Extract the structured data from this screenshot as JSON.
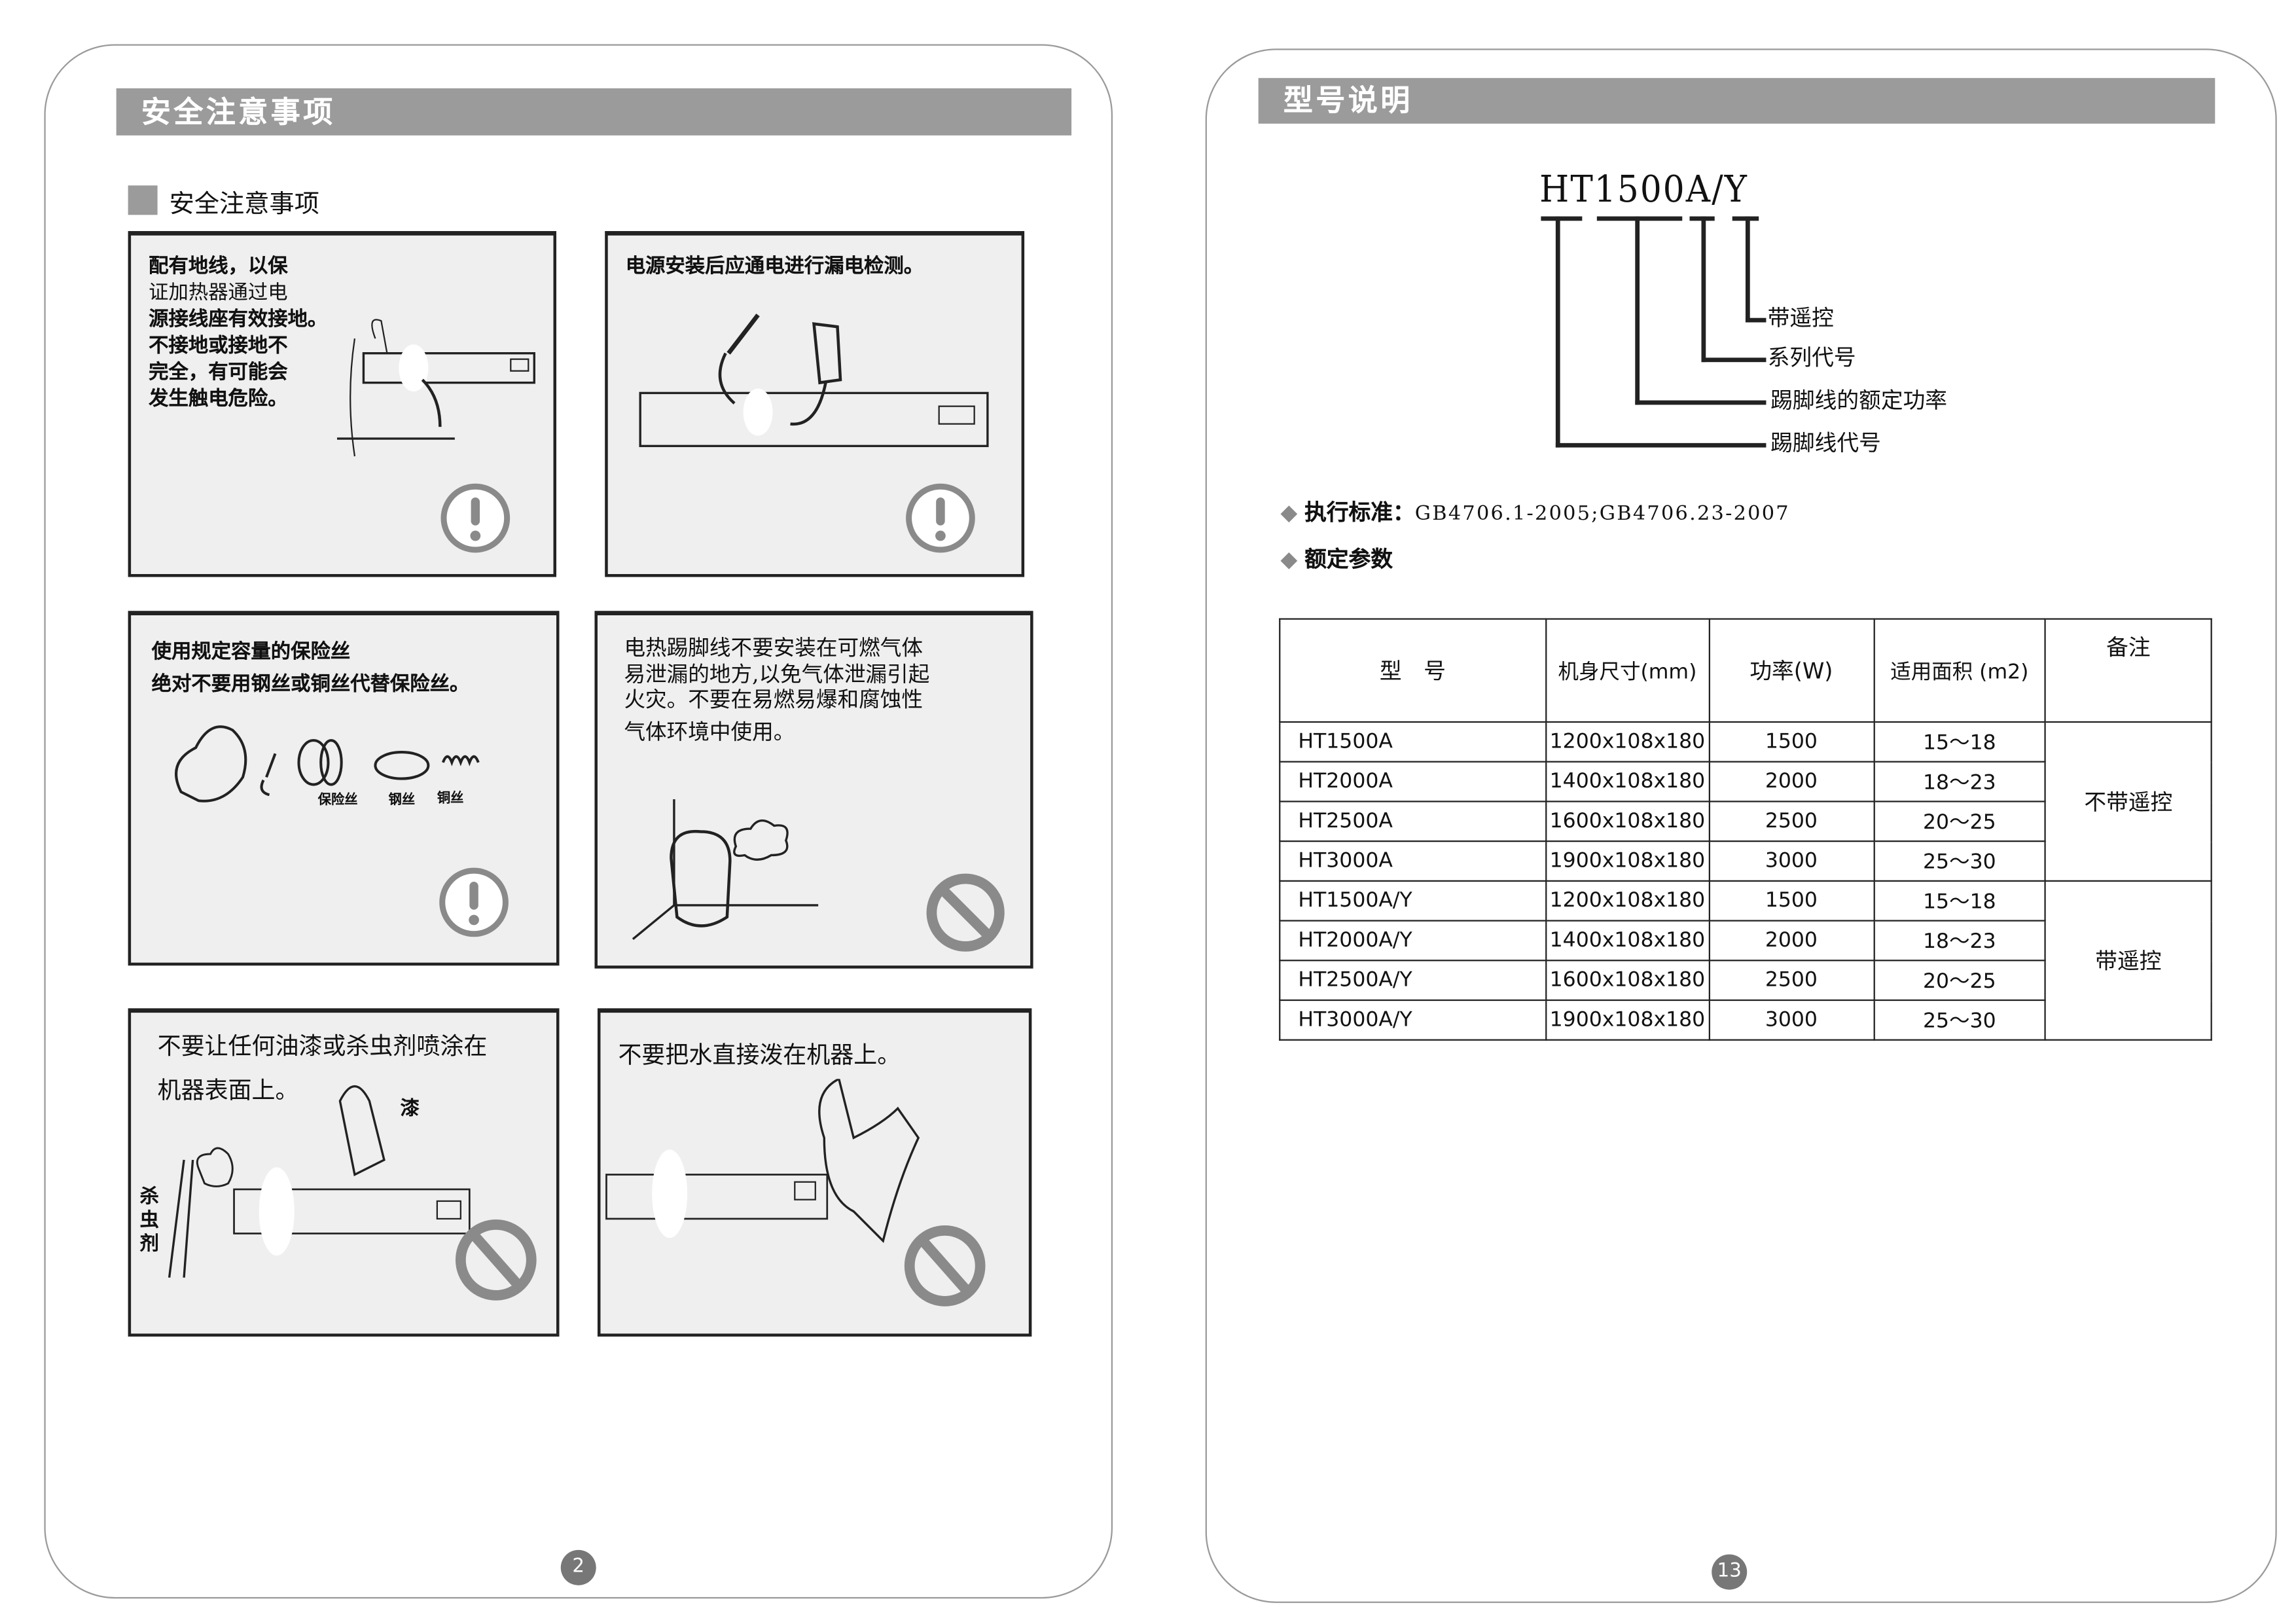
{
  "left_page": {
    "header": "安全注意事项",
    "subheading": "安全注意事项",
    "panels": [
      {
        "lines": [
          "配有地线，以保",
          "证加热器通过电",
          "源接线座有效接地。",
          "不接地或接地不",
          "完全，有可能会",
          "发生触电危险。"
        ],
        "icon": "warning-icon"
      },
      {
        "lines": [
          "电源安装后应通电进行漏电检测。"
        ],
        "icon": "warning-icon"
      },
      {
        "lines": [
          "使用规定容量的保险丝",
          "绝对不要用钢丝或铜丝代替保险丝。"
        ],
        "captions": [
          "保险丝",
          "钢丝",
          "铜丝"
        ],
        "icon": "warning-icon"
      },
      {
        "lines": [
          "电热踢脚线不要安装在可燃气体",
          "易泄漏的地方,以免气体泄漏引起",
          "火灾。不要在易燃易爆和腐蚀性",
          "气体环境中使用。"
        ],
        "icon": "prohibited-icon"
      },
      {
        "lines": [
          "不要让任何油漆或杀虫剂喷涂在",
          "机器表面上。"
        ],
        "captions": [
          "漆",
          "杀虫剂"
        ],
        "icon": "prohibited-icon"
      },
      {
        "lines": [
          "不要把水直接泼在机器上。"
        ],
        "icon": "prohibited-icon"
      }
    ],
    "page_number": "2"
  },
  "right_page": {
    "header": "型号说明",
    "model_code": "HT1500A/Y",
    "code_labels": [
      "带遥控",
      "系列代号",
      "踢脚线的额定功率",
      "踢脚线代号"
    ],
    "standard_label": "执行标准：",
    "standard_value": "GB4706.1-2005;GB4706.23-2007",
    "params_label": "额定参数",
    "table": {
      "headers": [
        "型　号",
        "机身尺寸(mm)",
        "功率(W)",
        "适用面积 (m2)",
        "备注"
      ],
      "rows": [
        [
          "HT1500A",
          "1200x108x180",
          "1500",
          "15～18"
        ],
        [
          "HT2000A",
          "1400x108x180",
          "2000",
          "18～23"
        ],
        [
          "HT2500A",
          "1600x108x180",
          "2500",
          "20～25"
        ],
        [
          "HT3000A",
          "1900x108x180",
          "3000",
          "25～30"
        ],
        [
          "HT1500A/Y",
          "1200x108x180",
          "1500",
          "15～18"
        ],
        [
          "HT2000A/Y",
          "1400x108x180",
          "2000",
          "18～23"
        ],
        [
          "HT2500A/Y",
          "1600x108x180",
          "2500",
          "20～25"
        ],
        [
          "HT3000A/Y",
          "1900x108x180",
          "3000",
          "25～30"
        ]
      ],
      "remarks": [
        "不带遥控",
        "带遥控"
      ]
    },
    "page_number": "13"
  },
  "colors": {
    "header_bar": "#9b9b9b",
    "panel_bg": "#eeefee",
    "icon_gray": "#8a8a8a"
  }
}
